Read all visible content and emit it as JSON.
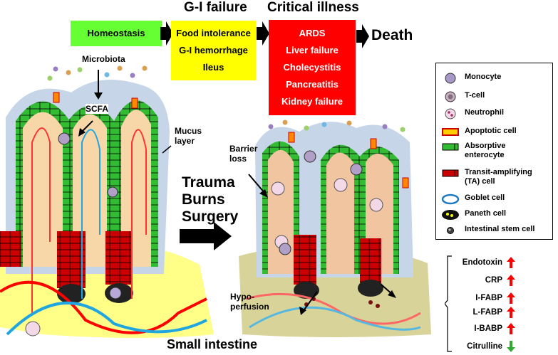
{
  "headers": {
    "gi_failure": "G-I failure",
    "critical_illness": "Critical illness"
  },
  "stages": {
    "homeostasis": "Homeostasis",
    "gi_failure_items": [
      "Food intolerance",
      "G-I hemorrhage",
      "Ileus"
    ],
    "critical_items": [
      "ARDS",
      "Liver failure",
      "Cholecystitis",
      "Pancreatitis",
      "Kidney failure"
    ],
    "death": "Death"
  },
  "labels": {
    "microbiota": "Microbiota",
    "scfa": "SCFA",
    "mucus_layer": "Mucus\nlayer",
    "barrier_loss": "Barrier\nloss",
    "trauma": "Trauma",
    "burns": "Burns",
    "surgery": "Surgery",
    "hypoperfusion": "Hypo-\nperfusion",
    "small_intestine": "Small intestine"
  },
  "legend": [
    {
      "icon": "monocyte-icon",
      "label": "Monocyte"
    },
    {
      "icon": "t-cell-icon",
      "label": "T-cell"
    },
    {
      "icon": "neutrophil-icon",
      "label": "Neutrophil"
    },
    {
      "icon": "apoptotic-cell-icon",
      "label": "Apoptotic cell"
    },
    {
      "icon": "absorptive-enterocyte-icon",
      "label": "Absorptive\nenterocyte"
    },
    {
      "icon": "ta-cell-icon",
      "label": "Transit-amplifying\n(TA) cell"
    },
    {
      "icon": "goblet-cell-icon",
      "label": "Goblet cell"
    },
    {
      "icon": "paneth-cell-icon",
      "label": "Paneth cell"
    },
    {
      "icon": "stem-cell-icon",
      "label": "Intestinal stem cell"
    }
  ],
  "markers": [
    {
      "label": "Endotoxin",
      "direction": "up"
    },
    {
      "label": "CRP",
      "direction": "up"
    },
    {
      "label": "I-FABP",
      "direction": "up"
    },
    {
      "label": "L-FABP",
      "direction": "up"
    },
    {
      "label": "I-BABP",
      "direction": "up"
    },
    {
      "label": "Citrulline",
      "direction": "down"
    }
  ],
  "colors": {
    "homeostasis": "#66ff33",
    "gi_failure": "#ffff00",
    "critical": "#ff0000",
    "up_arrow": "#ff0000",
    "down_arrow": "#33aa33",
    "enterocyte": "#33bb33",
    "ta_cell": "#cc0000",
    "mucus": "#c6d6e8",
    "lamina": "#f7d7a8",
    "submucosa_healthy": "#ffff88",
    "submucosa_ill": "#d8d398"
  }
}
